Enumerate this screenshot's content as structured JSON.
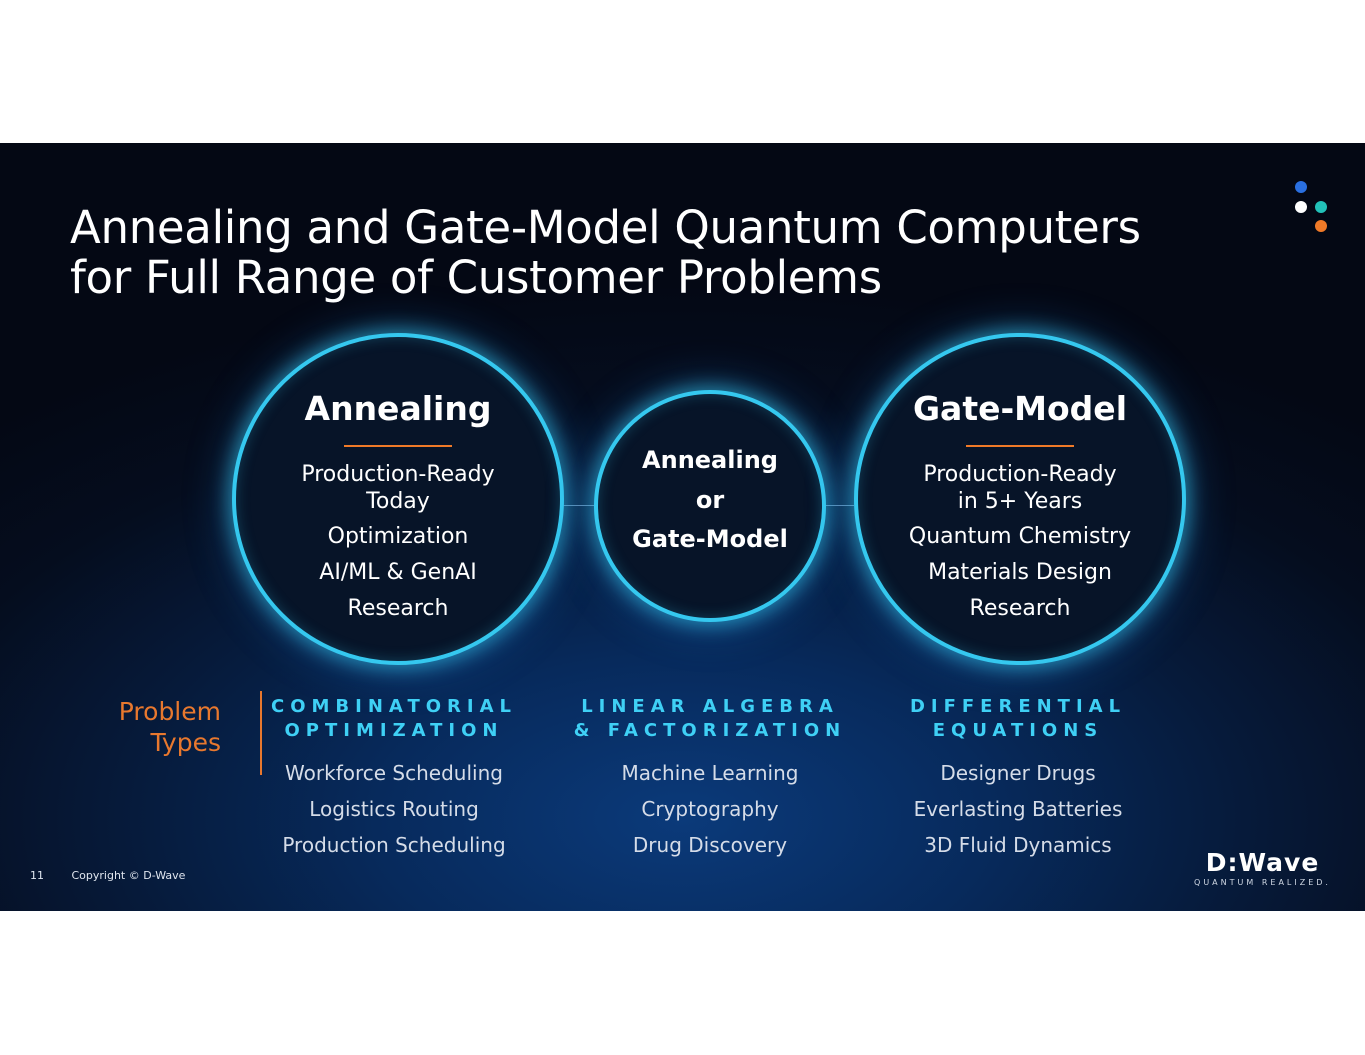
{
  "title": {
    "line1": "Annealing and Gate-Model Quantum Computers",
    "line2": "for Full Range of Customer Problems"
  },
  "colors": {
    "accent_orange": "#f07a28",
    "circle_glow": "#35c8ef",
    "heading_cyan": "#3fd0f5",
    "logo_blue": "#2a6fe0",
    "logo_teal": "#22c1b8"
  },
  "circles": {
    "annealing": {
      "heading": "Annealing",
      "lines": [
        "Production-Ready",
        "Today",
        "Optimization",
        "AI/ML & GenAI",
        "Research"
      ]
    },
    "middle": {
      "lines": [
        "Annealing",
        "or",
        "Gate-Model"
      ]
    },
    "gate_model": {
      "heading": "Gate-Model",
      "lines": [
        "Production-Ready",
        "in 5+ Years",
        "Quantum Chemistry",
        "Materials Design",
        "Research"
      ]
    }
  },
  "problem_types": {
    "label_line1": "Problem",
    "label_line2": "Types",
    "columns": [
      {
        "heading_line1": "COMBINATORIAL",
        "heading_line2": "OPTIMIZATION",
        "items": [
          "Workforce Scheduling",
          "Logistics Routing",
          "Production Scheduling"
        ]
      },
      {
        "heading_line1": "LINEAR ALGEBRA",
        "heading_line2": "& FACTORIZATION",
        "items": [
          "Machine Learning",
          "Cryptography",
          "Drug Discovery"
        ]
      },
      {
        "heading_line1": "DIFFERENTIAL",
        "heading_line2": "EQUATIONS",
        "items": [
          "Designer Drugs",
          "Everlasting Batteries",
          "3D Fluid Dynamics"
        ]
      }
    ]
  },
  "footer": {
    "page_number": "11",
    "copyright": "Copyright © D-Wave"
  },
  "brand": {
    "name": "D:Wave",
    "tagline": "QUANTUM REALIZED."
  }
}
